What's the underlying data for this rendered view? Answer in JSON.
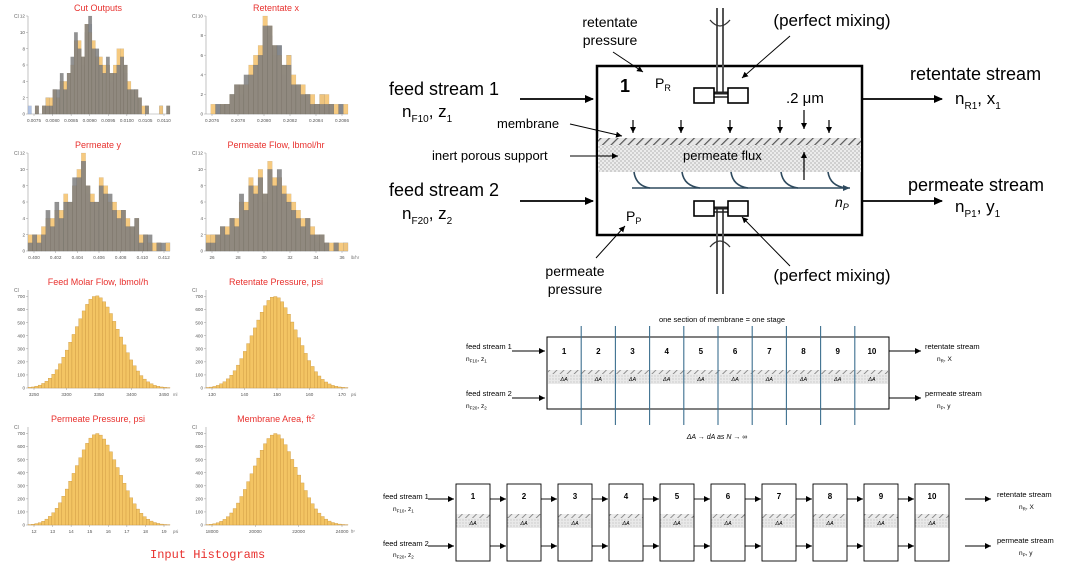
{
  "histograms": {
    "caption": "Input Histograms",
    "colors": {
      "title": "#e8312e",
      "grey": "#7f7f7f",
      "blue": "#a8bde0",
      "orange": "#f5c472",
      "gold": "#f3c463",
      "gold_edge": "#c8923a",
      "axis": "#9a9a9a"
    },
    "cnt_label": "Cl",
    "chart_data": [
      {
        "type": "bar",
        "title": "Cut Outputs",
        "xlabel": "",
        "x_ticks": [
          "0.0075",
          "0.0080",
          "0.0085",
          "0.0090",
          "0.0095",
          "0.0100",
          "0.0105",
          "0.0110"
        ],
        "y_ticks": [
          "0",
          "2",
          "4",
          "6",
          "8",
          "10",
          "12"
        ],
        "ylim": [
          0,
          12
        ],
        "series": [
          {
            "values": [
              1,
              0,
              1,
              0,
              1,
              2,
              1,
              3,
              2,
              4,
              3,
              5,
              6,
              9,
              8,
              6,
              10,
              11,
              8,
              7,
              6,
              5,
              6,
              4,
              5,
              6,
              7,
              5,
              3,
              2,
              3,
              2,
              0,
              1,
              0,
              0,
              0,
              1,
              0,
              0
            ]
          },
          {
            "values": [
              0,
              0,
              1,
              0,
              1,
              2,
              2,
              3,
              2,
              4,
              4,
              5,
              6,
              9,
              9,
              7,
              11,
              10,
              9,
              7,
              7,
              6,
              6,
              5,
              6,
              8,
              8,
              6,
              4,
              3,
              3,
              2,
              1,
              1,
              0,
              0,
              0,
              1,
              0,
              1
            ]
          },
          {
            "values": [
              0,
              0,
              1,
              0,
              1,
              1,
              1,
              3,
              3,
              5,
              3,
              5,
              7,
              10,
              8,
              7,
              11,
              12,
              8,
              8,
              6,
              5,
              7,
              5,
              5,
              6,
              7,
              6,
              3,
              3,
              3,
              2,
              0,
              1,
              0,
              0,
              0,
              0,
              0,
              1
            ]
          }
        ]
      },
      {
        "type": "bar",
        "title": "Retentate x",
        "xlabel": "",
        "x_ticks": [
          "0.2076",
          "0.2078",
          "0.2080",
          "0.2082",
          "0.2084",
          "0.2086"
        ],
        "y_ticks": [
          "0",
          "2",
          "4",
          "6",
          "8",
          "10"
        ],
        "ylim": [
          0,
          10
        ],
        "series": [
          {
            "values": [
              0,
              0,
              1,
              0,
              1,
              2,
              3,
              2,
              3,
              4,
              5,
              6,
              9,
              8,
              6,
              7,
              4,
              6,
              3,
              3,
              2,
              2,
              1,
              1,
              2,
              1,
              1,
              0,
              1,
              0
            ]
          },
          {
            "values": [
              0,
              1,
              0,
              1,
              1,
              2,
              3,
              3,
              3,
              5,
              6,
              7,
              10,
              9,
              7,
              6,
              5,
              6,
              4,
              3,
              3,
              2,
              2,
              1,
              2,
              2,
              1,
              1,
              0,
              1
            ]
          },
          {
            "values": [
              0,
              0,
              1,
              1,
              1,
              2,
              3,
              3,
              4,
              4,
              5,
              6,
              9,
              9,
              7,
              7,
              5,
              5,
              3,
              3,
              2,
              2,
              1,
              1,
              1,
              1,
              1,
              0,
              1,
              0
            ]
          }
        ]
      },
      {
        "type": "bar",
        "title": "Permeate y",
        "xlabel": "",
        "x_ticks": [
          "0.400",
          "0.402",
          "0.404",
          "0.406",
          "0.408",
          "0.410",
          "0.412"
        ],
        "y_ticks": [
          "0",
          "2",
          "4",
          "6",
          "8",
          "10",
          "12"
        ],
        "ylim": [
          0,
          12
        ],
        "series": [
          {
            "values": [
              1,
              2,
              1,
              2,
              4,
              3,
              5,
              4,
              6,
              5,
              8,
              9,
              11,
              7,
              6,
              5,
              8,
              7,
              6,
              5,
              4,
              5,
              3,
              2,
              4,
              1,
              2,
              1,
              0,
              1,
              0,
              1
            ]
          },
          {
            "values": [
              2,
              2,
              2,
              3,
              4,
              4,
              5,
              5,
              7,
              6,
              8,
              10,
              12,
              8,
              7,
              6,
              9,
              8,
              6,
              6,
              5,
              5,
              4,
              3,
              4,
              2,
              2,
              1,
              1,
              1,
              0,
              1
            ]
          },
          {
            "values": [
              1,
              2,
              1,
              2,
              5,
              3,
              6,
              4,
              6,
              6,
              9,
              9,
              11,
              8,
              6,
              6,
              8,
              7,
              7,
              5,
              4,
              5,
              3,
              3,
              4,
              1,
              2,
              2,
              0,
              1,
              1,
              0
            ]
          }
        ]
      },
      {
        "type": "bar",
        "title": "Permeate Flow, lbmol/hr",
        "xlabel": "lb/hr",
        "x_ticks": [
          "26",
          "28",
          "30",
          "32",
          "34",
          "36"
        ],
        "y_ticks": [
          "0",
          "2",
          "4",
          "6",
          "8",
          "10",
          "12"
        ],
        "ylim": [
          0,
          12
        ],
        "series": [
          {
            "values": [
              1,
              2,
              1,
              3,
              2,
              4,
              3,
              6,
              5,
              8,
              7,
              9,
              6,
              10,
              8,
              9,
              7,
              6,
              5,
              4,
              3,
              4,
              2,
              1,
              2,
              1,
              0,
              1,
              0,
              1
            ]
          },
          {
            "values": [
              2,
              2,
              2,
              3,
              3,
              4,
              4,
              6,
              6,
              9,
              8,
              10,
              7,
              11,
              9,
              9,
              8,
              7,
              6,
              5,
              4,
              4,
              3,
              2,
              2,
              1,
              1,
              1,
              1,
              1
            ]
          },
          {
            "values": [
              1,
              1,
              2,
              3,
              2,
              4,
              3,
              7,
              5,
              8,
              7,
              9,
              7,
              10,
              8,
              10,
              7,
              6,
              5,
              4,
              3,
              4,
              2,
              2,
              2,
              1,
              0,
              1,
              0,
              0
            ]
          }
        ]
      },
      {
        "type": "bar",
        "title": "Feed Molar Flow, lbmol/h",
        "xlabel": "ml",
        "x_ticks": [
          "3250",
          "3300",
          "3350",
          "3400",
          "3450"
        ],
        "y_ticks": [
          "0",
          "100",
          "200",
          "300",
          "400",
          "500",
          "600",
          "700"
        ],
        "ylim": [
          0,
          750
        ],
        "series": [
          {
            "values": [
              5,
              8,
              14,
              22,
              35,
              52,
              75,
              105,
              140,
              185,
              235,
              290,
              350,
              410,
              470,
              530,
              590,
              640,
              680,
              700,
              705,
              690,
              660,
              620,
              570,
              510,
              450,
              390,
              330,
              270,
              215,
              170,
              130,
              95,
              68,
              47,
              32,
              20,
              13,
              8,
              5,
              3
            ]
          }
        ]
      },
      {
        "type": "bar",
        "title": "Retentate Pressure, psi",
        "xlabel": "psi",
        "x_ticks": [
          "130",
          "140",
          "150",
          "160",
          "170"
        ],
        "y_ticks": [
          "0",
          "100",
          "200",
          "300",
          "400",
          "500",
          "600",
          "700"
        ],
        "ylim": [
          0,
          750
        ],
        "series": [
          {
            "values": [
              4,
              7,
              12,
              20,
              32,
              48,
              70,
              98,
              132,
              175,
              225,
              280,
              340,
              400,
              460,
              520,
              580,
              630,
              670,
              695,
              700,
              690,
              660,
              615,
              565,
              505,
              445,
              385,
              325,
              265,
              210,
              165,
              125,
              92,
              66,
              46,
              31,
              20,
              13,
              8,
              5,
              3
            ]
          }
        ]
      },
      {
        "type": "bar",
        "title": "Permeate Pressure, psi",
        "xlabel": "psi",
        "x_ticks": [
          "12",
          "13",
          "14",
          "15",
          "16",
          "17",
          "18",
          "19"
        ],
        "y_ticks": [
          "0",
          "100",
          "200",
          "300",
          "400",
          "500",
          "600",
          "700"
        ],
        "ylim": [
          0,
          750
        ],
        "series": [
          {
            "values": [
              3,
              6,
              11,
              18,
              29,
              45,
              66,
              94,
              128,
              170,
              220,
              275,
              335,
              395,
              455,
              515,
              575,
              625,
              665,
              690,
              700,
              688,
              658,
              612,
              560,
              500,
              440,
              380,
              320,
              262,
              208,
              162,
              122,
              90,
              64,
              44,
              30,
              19,
              12,
              7,
              4,
              2
            ]
          }
        ]
      },
      {
        "type": "bar",
        "title": "Membrane Area, ft",
        "title_sup": "2",
        "xlabel": "ft²",
        "x_ticks": [
          "18000",
          "20000",
          "22000",
          "24000"
        ],
        "y_ticks": [
          "0",
          "100",
          "200",
          "300",
          "400",
          "500",
          "600",
          "700"
        ],
        "ylim": [
          0,
          750
        ],
        "series": [
          {
            "values": [
              3,
              6,
              10,
              17,
              28,
              43,
              64,
              92,
              126,
              168,
              218,
              272,
              332,
              392,
              452,
              512,
              572,
              622,
              662,
              688,
              700,
              690,
              660,
              615,
              562,
              502,
              442,
              382,
              322,
              264,
              209,
              163,
              123,
              91,
              65,
              45,
              30,
              19,
              12,
              7,
              4,
              2
            ]
          }
        ]
      }
    ]
  },
  "top_diagram": {
    "retentate_pressure_1": "retentate",
    "retentate_pressure_2": "pressure",
    "perfect_mixing_top": "(perfect mixing)",
    "perfect_mixing_bottom": "(perfect mixing)",
    "stage_number": "1",
    "pr_label": "P",
    "pr_sub": "R",
    "pp_label": "P",
    "pp_sub": "P",
    "pore_size": ".2 μm",
    "feed1": "feed stream 1",
    "feed1_n": "n",
    "feed1_n_sub": "F10",
    "feed1_z": ", z",
    "feed1_z_sub": "1",
    "feed2": "feed stream 2",
    "feed2_n": "n",
    "feed2_n_sub": "F20",
    "feed2_z": ", z",
    "feed2_z_sub": "2",
    "membrane": "membrane",
    "support": "inert porous support",
    "permeate_flux": "permeate flux",
    "np": "n",
    "np_sub": "P",
    "retentate_stream": "retentate stream",
    "ret_n": "n",
    "ret_n_sub": "R1",
    "ret_x": ", x",
    "ret_x_sub": "1",
    "permeate_stream": "permeate stream",
    "perm_n": "n",
    "perm_n_sub": "P1",
    "perm_y": ", y",
    "perm_y_sub": "1",
    "permeate_pressure_1": "permeate",
    "permeate_pressure_2": "pressure"
  },
  "mid_diagram": {
    "title": "one section of membrane = one stage",
    "stages": [
      "1",
      "2",
      "3",
      "4",
      "5",
      "6",
      "7",
      "8",
      "9",
      "10"
    ],
    "delta_a": "ΔA",
    "feed1": "feed stream 1",
    "feed1_sub_n": "n",
    "feed1_sub_n_sub": "F10",
    "feed1_sub_z": ", z",
    "feed1_sub_z_sub": "1",
    "feed2": "feed stream 2",
    "feed2_sub_n": "n",
    "feed2_sub_n_sub": "F20",
    "feed2_sub_z": ", z",
    "feed2_sub_z_sub": "2",
    "retentate": "retentate stream",
    "ret_sub": "n",
    "ret_sub_sub": "R",
    "ret_x": ", X",
    "permeate": "permeate stream",
    "perm_sub": "n",
    "perm_sub_sub": "P",
    "perm_y": ", y",
    "limit": "ΔA → dA as N → ∞"
  },
  "bottom_diagram": {
    "stages": [
      "1",
      "2",
      "3",
      "4",
      "5",
      "6",
      "7",
      "8",
      "9",
      "10"
    ],
    "delta_a": "ΔA",
    "feed1": "feed stream 1",
    "feed1_sub_n": "n",
    "feed1_sub_n_sub": "F10",
    "feed1_sub_z": ", z",
    "feed1_sub_z_sub": "1",
    "feed2": "feed stream 2",
    "feed2_sub_n": "n",
    "feed2_sub_n_sub": "F20",
    "feed2_sub_z": ", z",
    "feed2_sub_z_sub": "2",
    "retentate": "retentate stream",
    "ret_sub": "n",
    "ret_sub_sub": "R",
    "ret_x": ", X",
    "permeate": "permeate stream",
    "perm_sub": "n",
    "perm_sub_sub": "P",
    "perm_y": ", y"
  }
}
